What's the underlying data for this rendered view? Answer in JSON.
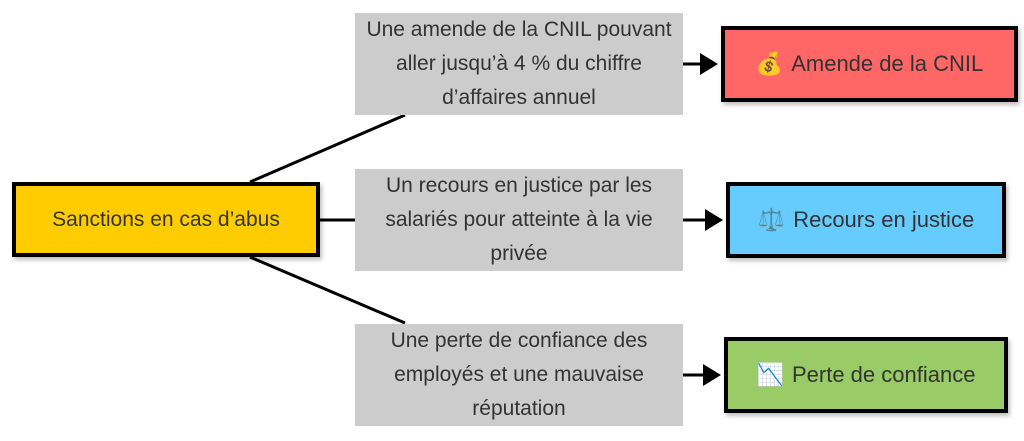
{
  "root": {
    "label": "Sanctions en cas d’abus",
    "color": "#ffcc00"
  },
  "branches": [
    {
      "description": "Une amende de la CNIL pouvant aller jusqu’à 4 % du chiffre d’affaires annuel",
      "result": "Amende de la CNIL",
      "icon": "money-bag-icon",
      "glyph": "💰",
      "color": "#ff6666"
    },
    {
      "description": "Un recours en justice par les salariés pour atteinte à la vie privée",
      "result": "Recours en justice",
      "icon": "scales-icon",
      "glyph": "⚖️",
      "color": "#66ccff"
    },
    {
      "description": "Une perte de confiance des employés et une mauvaise réputation",
      "result": "Perte de confiance",
      "icon": "chart-decreasing-icon",
      "glyph": "📉",
      "color": "#99cc66"
    }
  ]
}
